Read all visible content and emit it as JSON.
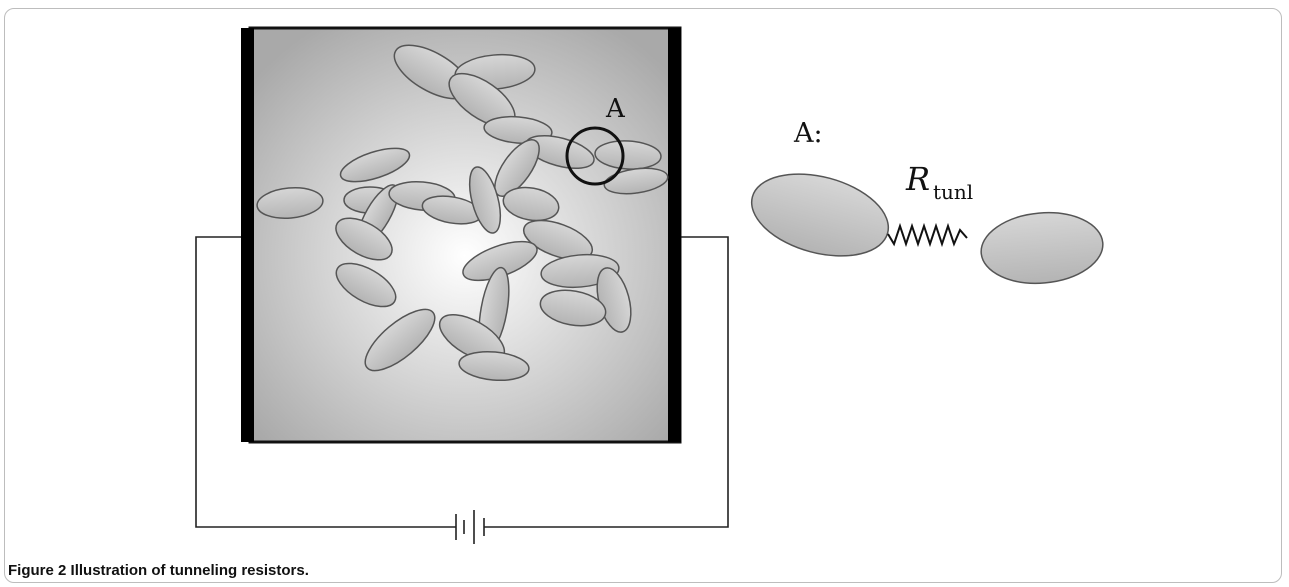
{
  "figure": {
    "label_a": "A",
    "inset_label": "A:",
    "resistor_symbol": "R",
    "resistor_subscript": "tunl"
  },
  "caption": {
    "number": "Figure 2",
    "text": "Illustration of tunneling resistors."
  }
}
